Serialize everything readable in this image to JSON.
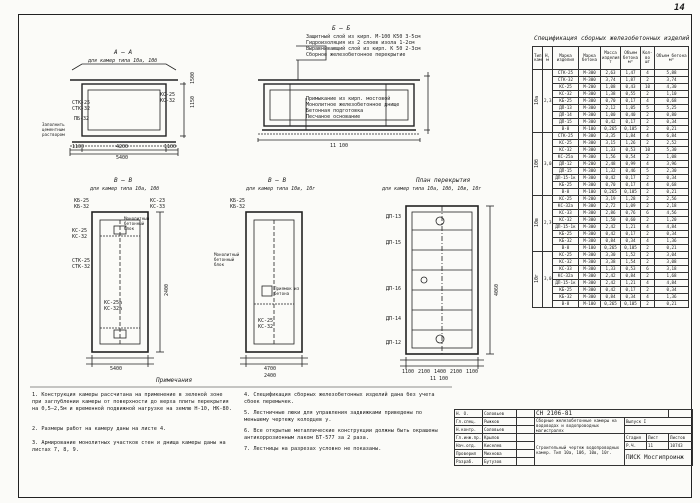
{
  "sheet_number": "14",
  "views": {
    "aa": {
      "label": "А — А",
      "caption": "для камер типа 10а, 10б",
      "dims": [
        "1100",
        "4200",
        "1100",
        "5400"
      ],
      "labels": [
        "СТК-25",
        "СТК-32",
        "ПБ-32",
        "КС-25",
        "КС-32",
        "Заполнить цементным раствором",
        "1150",
        "1500"
      ]
    },
    "bb": {
      "label": "Б — Б",
      "dims": [
        "11 100"
      ],
      "notes_top": [
        "Защитный слой из кирп. М-100 К50 3-5см",
        "Гидроизоляция из 2 слоев изола 1-2см",
        "Выравнивающий слой из кирп. К 50 2-3см",
        "Сборное железобетонное перекрытие"
      ],
      "notes_bottom": [
        "Примыкание из кирп. мостовой",
        "Монолитное железобетонное днище",
        "Бетонная подготовка",
        "Песчаное основание"
      ]
    },
    "vv1": {
      "label": "В — В",
      "caption": "для камер типа 10а, 10б",
      "labels": [
        "КБ-25",
        "КБ-32",
        "КС-23",
        "КС-33",
        "Монолитный бетонный блок",
        "КС-25",
        "КС-32",
        "СТК-25",
        "СТК-32",
        "КС-25а",
        "КС-32а"
      ],
      "dims": [
        "5400",
        "2400"
      ]
    },
    "vv2": {
      "label": "В — В",
      "caption": "для камер типа 10в, 10г",
      "labels": [
        "КБ-25",
        "КБ-32",
        "Монолитный бетонный блок",
        "Приямок из бетона",
        "КС-25",
        "КС-32"
      ],
      "dims": [
        "4700",
        "2400"
      ]
    },
    "plan": {
      "label": "План перекрытия",
      "caption": "для камер типа 10а, 10б, 10в, 10г",
      "labels": [
        "ДП-13",
        "ДП-15",
        "ДП-16",
        "ДП-14",
        "ДП-12"
      ],
      "dims": [
        "1100",
        "2100",
        "1400",
        "2100",
        "1100",
        "11 100",
        "4060"
      ]
    }
  },
  "notes_title": "Примечания",
  "notes": [
    "1. Конструкция камеры рассчитана на применение в зеленой зоне при заглублении камеры от поверхности до верха плиты перекрытия на 0,5–2,5м и временной подвижной нагрузке на землю Н-10, НК-80.",
    "2. Размеры работ на камеру даны на листе 4.",
    "3. Армирование монолитных участков стен и днища камеры даны на листах 7, 8, 9.",
    "4. Спецификация сборных железобетонных изделий дана без учета сбоек перемычек.",
    "5. Лестничные люки для управления задвижками приведены по меньшему чертежу колодцев у.",
    "6. Все открытые металлические конструкции должны быть окрашены антикоррозионным лаком БТ-577 за 2 раза.",
    "7. Лестницы на разрезах условно не показаны."
  ],
  "spec": {
    "title": "Спецификация сборных железобетонных изделий",
    "headers": [
      "Тип камеры",
      "Н, м",
      "Марка изделия",
      "Марка бетона",
      "Масса изделия т",
      "Объем бетона м³",
      "Кол-во шт",
      "Объем бетона м³"
    ],
    "groups": [
      {
        "type": "10а",
        "h": "2,35",
        "rows": [
          [
            "СТК-25",
            "М-300",
            "2,63",
            "1,47",
            "4",
            "5,88"
          ],
          [
            "СТК-32",
            "М-300",
            "3,74",
            "1,87",
            "2",
            "3,74"
          ],
          [
            "КС-25",
            "М-200",
            "1,08",
            "0,43",
            "10",
            "4,30"
          ],
          [
            "КС-32",
            "М-300",
            "1,38",
            "0,55",
            "2",
            "1,10"
          ],
          [
            "КБ-25",
            "М-300",
            "0,70",
            "0,17",
            "4",
            "0,68"
          ],
          [
            "ДП-13",
            "М-300",
            "2,12",
            "1,05",
            "5",
            "5,25"
          ],
          [
            "ДП-14",
            "М-300",
            "1,00",
            "0,40",
            "2",
            "0,80"
          ],
          [
            "ДП-15",
            "М-300",
            "0,42",
            "0,17",
            "2",
            "0,34"
          ],
          [
            "В-8",
            "М-100",
            "0,265",
            "0,105",
            "2",
            "0,21"
          ]
        ]
      },
      {
        "type": "10б",
        "h": "3,05",
        "rows": [
          [
            "СТК-25",
            "М-300",
            "3,35",
            "1,84",
            "4",
            "6,84"
          ],
          [
            "КС-25",
            "М-300",
            "3,15",
            "1,26",
            "2",
            "2,52"
          ],
          [
            "КС-32",
            "М-300",
            "1,33",
            "0,53",
            "10",
            "5,30"
          ],
          [
            "КС-25а",
            "М-300",
            "1,56",
            "0,54",
            "2",
            "1,08"
          ],
          [
            "ДП-12",
            "М-200",
            "2,48",
            "0,99",
            "4",
            "3,96"
          ],
          [
            "ДП-15",
            "М-300",
            "1,32",
            "0,46",
            "5",
            "2,30"
          ],
          [
            "ДП-15-1к",
            "М-300",
            "0,42",
            "0,17",
            "2",
            "0,34"
          ],
          [
            "КБ-25",
            "М-300",
            "0,70",
            "0,17",
            "4",
            "0,68"
          ],
          [
            "В-8",
            "М-100",
            "0,265",
            "0,105",
            "2",
            "0,21"
          ]
        ]
      },
      {
        "type": "10в",
        "h": "2,35",
        "rows": [
          [
            "КС-25",
            "М-200",
            "3,19",
            "1,28",
            "2",
            "2,56"
          ],
          [
            "КС-32а",
            "М-300",
            "2,72",
            "1,09",
            "2",
            "2,18"
          ],
          [
            "КС-33",
            "М-300",
            "2,86",
            "0,76",
            "6",
            "4,56"
          ],
          [
            "КС-32",
            "М-300",
            "1,50",
            "0,60",
            "2",
            "1,20"
          ],
          [
            "ДП-15-1к",
            "М-300",
            "2,42",
            "1,21",
            "4",
            "4,84"
          ],
          [
            "КБ-25",
            "М-300",
            "0,42",
            "0,17",
            "2",
            "0,34"
          ],
          [
            "КБ-32",
            "М-300",
            "0,84",
            "0,34",
            "4",
            "1,36"
          ],
          [
            "В-8",
            "М-100",
            "0,265",
            "0,105",
            "2",
            "0,21"
          ]
        ]
      },
      {
        "type": "10г",
        "h": "3,05",
        "rows": [
          [
            "КС-25",
            "М-300",
            "3,30",
            "1,52",
            "2",
            "3,04"
          ],
          [
            "КС-32",
            "М-300",
            "3,38",
            "1,54",
            "2",
            "3,08"
          ],
          [
            "КС-33",
            "М-300",
            "1,33",
            "0,53",
            "6",
            "3,18"
          ],
          [
            "КС-32а",
            "М-300",
            "2,42",
            "0,84",
            "2",
            "1,68"
          ],
          [
            "ДП-15-1к",
            "М-300",
            "2,42",
            "1,21",
            "4",
            "4,84"
          ],
          [
            "КБ-25",
            "М-300",
            "0,42",
            "0,17",
            "2",
            "0,34"
          ],
          [
            "КБ-32",
            "М-300",
            "0,84",
            "0,34",
            "4",
            "1,36"
          ],
          [
            "В-8",
            "М-100",
            "0,265",
            "0,105",
            "2",
            "0,21"
          ]
        ]
      }
    ]
  },
  "stamp": {
    "code": "СН 2106-81",
    "issue": "Выпуск I",
    "title1": "Сборные железобетонные камеры на водоводах и водопроводных магистралях",
    "title2": "Строительный чертеж водопроводных камер. Тип 10а, 10б, 10в, 10г.",
    "stage": "Р.Ч.",
    "sheet": "11",
    "sheets": "10743",
    "org": "ПИСК Мосгипроинж",
    "roles": [
      [
        "Н. О.",
        "Соловьев"
      ],
      [
        "Гл.спец.",
        "Рыжков"
      ],
      [
        "Н.контр.",
        "Соловьев"
      ],
      [
        "Гл.инж.пр.",
        "Крылов"
      ],
      [
        "Нач.отд.",
        "Киселев"
      ],
      [
        "Проверил",
        "Михнова"
      ],
      [
        "Разраб.",
        "Бутузов"
      ]
    ],
    "stage_header": [
      "Стадия",
      "Лист",
      "Листов"
    ]
  }
}
